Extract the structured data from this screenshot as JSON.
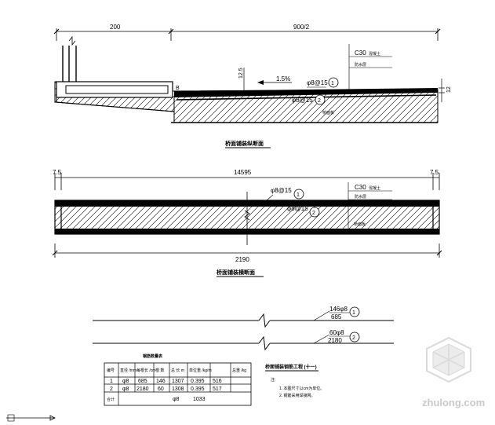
{
  "section1": {
    "dim_left": "200",
    "dim_right": "900/2",
    "dim_vertical": "12.5",
    "slope": "1.5%",
    "bar1_label": "φ8@15",
    "bar1_num": "1",
    "bar2_label": "φ8@15",
    "bar2_num": "2",
    "callout_concrete": "C30",
    "callout_concrete_suffix": "混凝土",
    "callout_layer": "防水层",
    "callout_base": "桥面板",
    "thk_right": "12",
    "mark_b": "B",
    "title": "桥面铺装纵断面"
  },
  "section2": {
    "dim_left": "7.5",
    "dim_top": "14595",
    "dim_right": "7.5",
    "bar1_label": "φ8@15",
    "bar1_num": "1",
    "bar2_label": "φ8@15",
    "bar2_num": "2",
    "callout_concrete": "C30",
    "callout_concrete_suffix": "混凝土",
    "callout_layer": "防水层",
    "callout_base": "桥面板",
    "dim_bottom": "2190",
    "title": "桥面铺装横断面"
  },
  "bars": [
    {
      "num": "1",
      "top": "146φ8",
      "bottom": "685"
    },
    {
      "num": "2",
      "top": "60φ8",
      "bottom": "2180"
    }
  ],
  "table": {
    "title": "钢筋数量表",
    "headers": [
      "编号",
      "直径 /mm",
      "每根长 /cm",
      "根 数",
      "总 长 m",
      "单位重 /kg/m",
      "总重 /kg"
    ],
    "rows": [
      [
        "1",
        "φ8",
        "685",
        "146",
        "1307",
        "0.395",
        "516"
      ],
      [
        "2",
        "φ8",
        "2180",
        "60",
        "1308",
        "0.395",
        "517"
      ]
    ],
    "total_label": "合计",
    "total_dia": "φ8",
    "total_value": "1033"
  },
  "notes": {
    "title": "桥面铺装钢筋工程 (十一)",
    "heading": "注:",
    "items": [
      "1.  本图尺寸以cm为单位。",
      "2.  钢筋采用焊接网。"
    ]
  },
  "watermark": "zhulong.com"
}
